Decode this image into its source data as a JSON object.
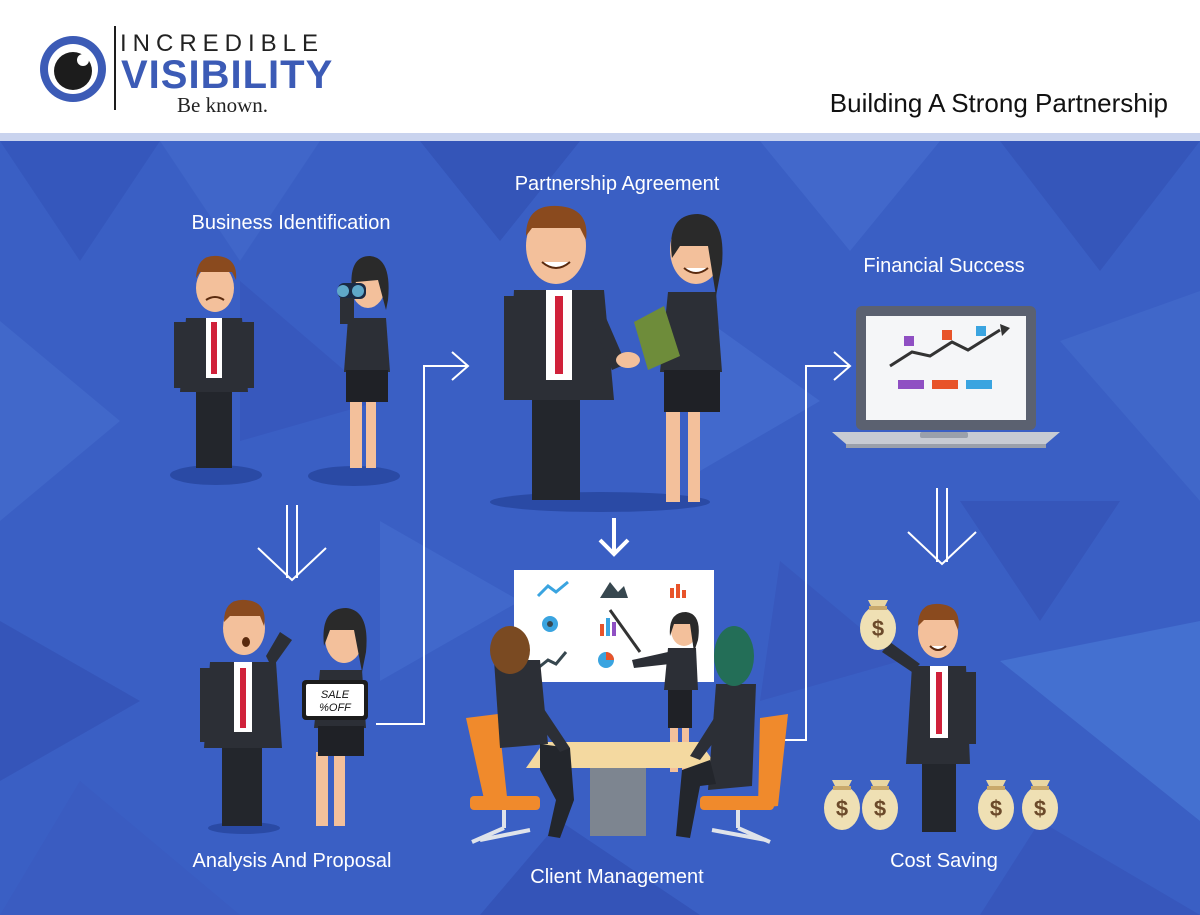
{
  "header": {
    "logo": {
      "line1": "INCREDIBLE",
      "line2": "VISIBILITY",
      "tagline": "Be known."
    },
    "title": "Building A Strong Partnership"
  },
  "colors": {
    "background": "#3a5fc4",
    "brand_blue": "#3c5bb6",
    "header": "#ffffff",
    "suit": "#2c2f36",
    "tie": "#d0213a",
    "chair": "#f08a2c",
    "table": "#f4d9a0",
    "money_bag": "#efe0b4"
  },
  "steps": [
    {
      "id": "business-identification",
      "label": "Business Identification"
    },
    {
      "id": "partnership-agreement",
      "label": "Partnership Agreement"
    },
    {
      "id": "financial-success",
      "label": "Financial Success"
    },
    {
      "id": "analysis-and-proposal",
      "label": "Analysis And Proposal"
    },
    {
      "id": "client-management",
      "label": "Client Management"
    },
    {
      "id": "cost-saving",
      "label": "Cost Saving"
    }
  ],
  "sign": {
    "line1": "SALE",
    "line2": "%OFF"
  },
  "icons": [
    "eye-logo-icon",
    "double-arrow-down-icon",
    "arrow-down-icon",
    "arrow-right-icon",
    "laptop-chart-icon",
    "whiteboard-charts-icon",
    "money-bag-icon",
    "dollar-icon"
  ]
}
